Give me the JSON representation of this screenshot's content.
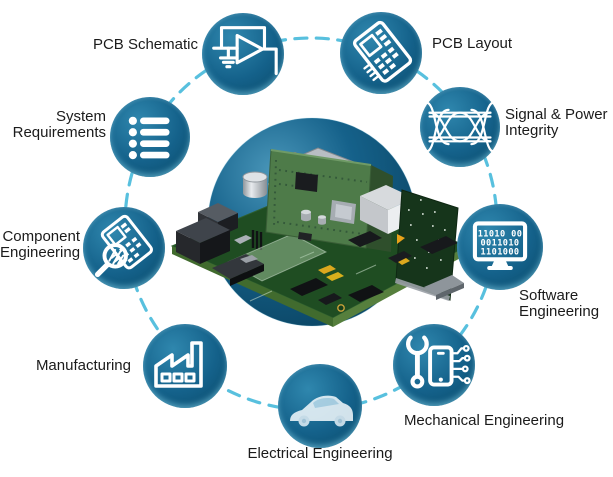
{
  "diagram": {
    "description": "PCB design flow circular diagram",
    "center_image": "3d-pcb-assembly-render",
    "colors": {
      "node_teal_light": "#2f87ae",
      "node_teal_dark": "#0b4a68",
      "center_circle_light": "#4a97ba",
      "center_circle_dark": "#0a4361",
      "dash_ring": "#58c0de",
      "label_text": "#1b1b1b",
      "board_green": "#1f4d22"
    },
    "nodes": [
      {
        "id": "pcb-schematic",
        "label": "PCB Schematic",
        "icon": "opamp-circuit-icon"
      },
      {
        "id": "pcb-layout",
        "label": "PCB Layout",
        "icon": "pcb-board-icon"
      },
      {
        "id": "system-requirements",
        "lines": [
          "System",
          "Requirements"
        ],
        "icon": "checklist-icon"
      },
      {
        "id": "signal-power-integrity",
        "lines": [
          "Signal & Power",
          "Integrity"
        ],
        "icon": "eye-diagram-icon"
      },
      {
        "id": "component-engineering",
        "lines": [
          "Component",
          "Engineering"
        ],
        "icon": "magnifier-pcb-icon"
      },
      {
        "id": "software-engineering",
        "lines": [
          "Software",
          "Engineering"
        ],
        "icon": "binary-monitor-icon",
        "binary_rows": [
          "11010 00",
          "0011010",
          "1101000"
        ]
      },
      {
        "id": "manufacturing",
        "label": "Manufacturing",
        "icon": "factory-icon"
      },
      {
        "id": "mechanical-engineering",
        "label": "Mechanical Engineering",
        "icon": "wrench-phone-icon"
      },
      {
        "id": "electrical-engineering",
        "label": "Electrical Engineering",
        "icon": "car-icon"
      }
    ]
  }
}
